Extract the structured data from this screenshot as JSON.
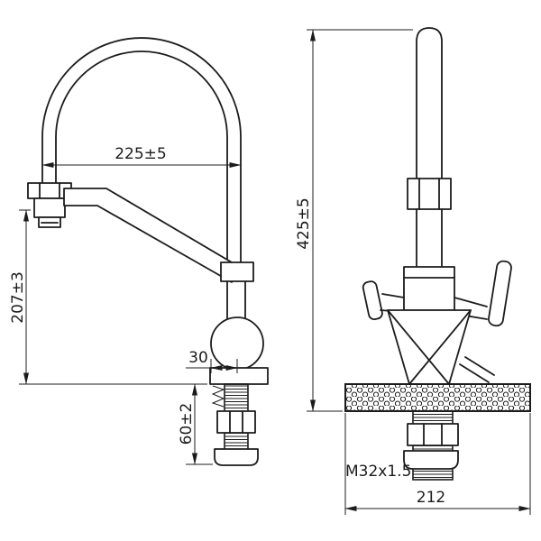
{
  "drawing": {
    "subject": "kitchen-faucet-two-view-dimensional-drawing",
    "front_view": {
      "spout_reach": "225±5",
      "spout_height": "207±3",
      "outlet_offset": "30",
      "shank_length": "60±2"
    },
    "side_view": {
      "overall_height": "425±5",
      "thread_spec": "M32x1.5",
      "base_width": "212"
    },
    "colors": {
      "line": "#1c1c1c",
      "background": "#ffffff"
    }
  }
}
